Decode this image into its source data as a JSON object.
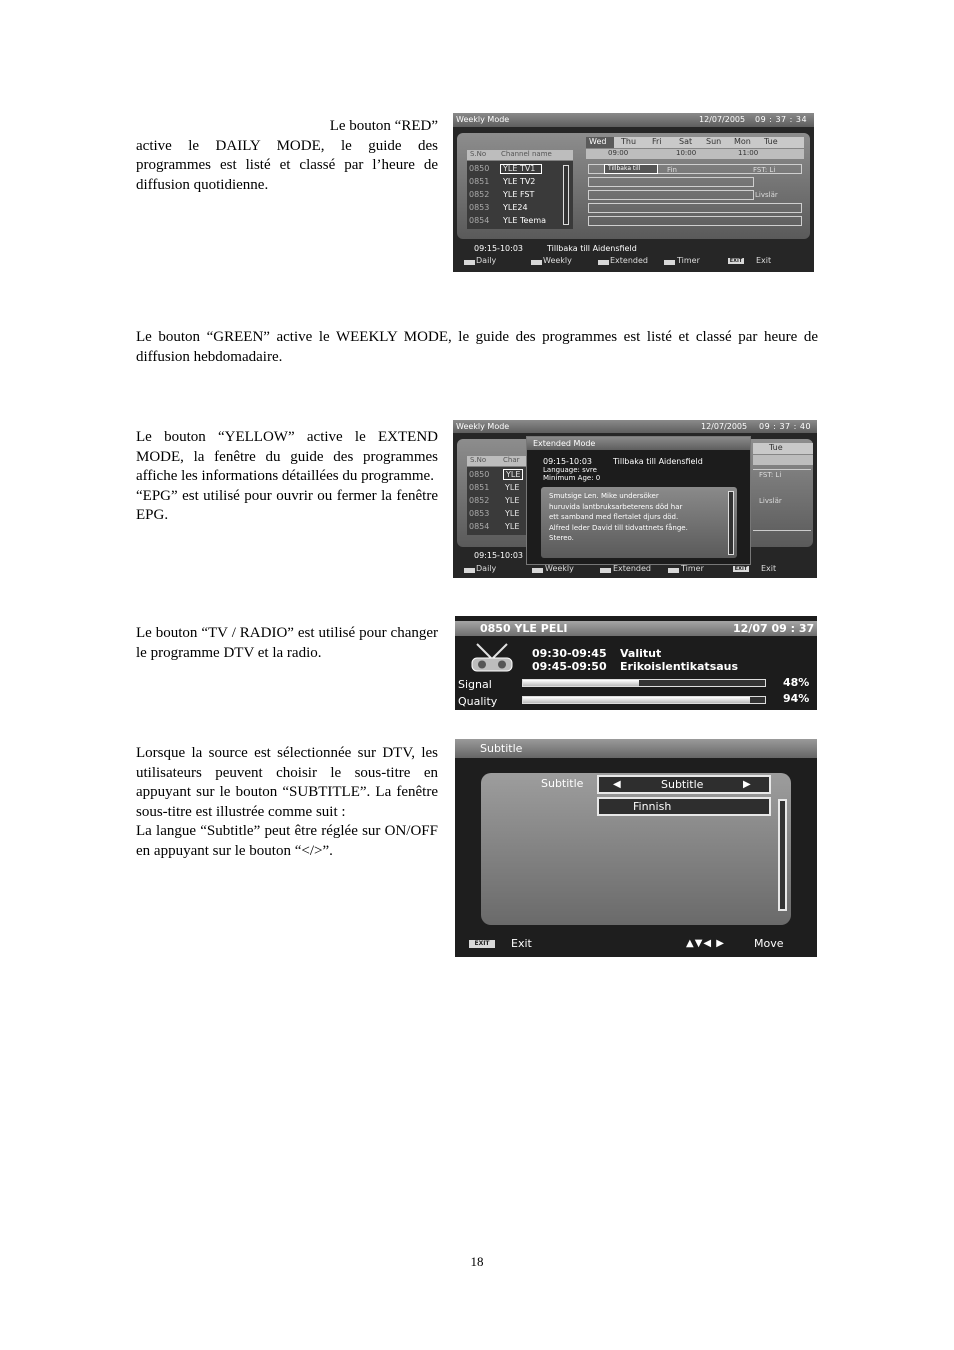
{
  "page_number": "18",
  "paragraphs": {
    "red_line1": "Le bouton “RED”",
    "red_rest": "active le DAILY MODE, le guide des programmes est listé et classé par l’heure de diffusion quotidienne.",
    "green": "Le bouton “GREEN” active le WEEKLY MODE, le guide des programmes est listé et classé par heure de diffusion hebdomadaire.",
    "yellow_1": "Le bouton “YELLOW” active le EXTEND MODE, la fenêtre du guide des programmes affiche les informations détaillées du programme.",
    "yellow_2": "“EPG” est utilisé pour ouvrir ou fermer la fenêtre EPG.",
    "tvradio": "Le bouton “TV / RADIO” est utilisé pour changer le programme DTV et la radio.",
    "subtitle_1": "Lorsque la source est sélectionnée sur DTV, les utilisateurs peuvent choisir le sous-titre en appuyant sur le bouton “SUBTITLE”. La fenêtre sous-titre est illustrée comme suit :",
    "subtitle_2": "La langue “Subtitle” peut être réglée sur ON/OFF en appuyant sur le bouton “</>”."
  },
  "weekly_screen": {
    "title": "Weekly Mode",
    "date": "12/07/2005",
    "time": "09 : 37 : 34",
    "col_sno": "S.No",
    "col_name": "Channel name",
    "days": [
      "Wed",
      "Thu",
      "Fri",
      "Sat",
      "Sun",
      "Mon",
      "Tue"
    ],
    "times": [
      "09:00",
      "10:00",
      "11:00"
    ],
    "channels": [
      {
        "no": "0850",
        "name": "YLE TV1"
      },
      {
        "no": "0851",
        "name": "YLE TV2"
      },
      {
        "no": "0852",
        "name": "YLE FST"
      },
      {
        "no": "0853",
        "name": "YLE24"
      },
      {
        "no": "0854",
        "name": "YLE Teema"
      }
    ],
    "programs": [
      "Tillbaka till",
      "Fin",
      "FST: Li",
      "Livslär"
    ],
    "footer_time": "09:15-10:03",
    "footer_title": "Tillbaka till Aidensfield",
    "legend": [
      "Daily",
      "Weekly",
      "Extended",
      "Timer"
    ],
    "exit_key": "EXIT",
    "exit_label": "Exit"
  },
  "extended_screen": {
    "title": "Weekly Mode",
    "date": "12/07/2005",
    "time": "09 : 37 : 40",
    "popup_title": "Extended Mode",
    "popup_time": "09:15-10:03",
    "popup_prog": "Tillbaka till Aidensfield",
    "language": "Language: svre",
    "min_age": "Minimum Age: 0",
    "description": [
      "Smutsige Len. Mike undersöker",
      "huruvida lantbruksarbeterens död har",
      "ett samband med flertalet djurs död.",
      "Alfred leder David till tidvattnets fånge.",
      "Stereo."
    ],
    "col_sno": "S.No",
    "col_name": "Char",
    "channel_nos": [
      "0850",
      "0851",
      "0852",
      "0853",
      "0854"
    ],
    "channel_abbr": [
      "YLE",
      "YLE",
      "YLE",
      "YLE",
      "YLE"
    ],
    "right_day": "Tue",
    "right_prog1": "FST: Li",
    "right_prog2": "Livslär",
    "footer_time": "09:15-10:03",
    "legend": [
      "Daily",
      "Weekly",
      "Extended",
      "Timer"
    ],
    "exit_key": "EXIT",
    "exit_label": "Exit"
  },
  "info_screen": {
    "channel": "0850 YLE PELI",
    "datetime": "12/07 09 : 37",
    "prog1_time": "09:30-09:45",
    "prog1_name": "Valitut",
    "prog2_time": "09:45-09:50",
    "prog2_name": "Erikoislentikatsaus",
    "signal_label": "Signal",
    "signal_value": "48%",
    "signal_level": 0.48,
    "quality_label": "Quality",
    "quality_value": "94%",
    "quality_level": 0.94
  },
  "subtitle_screen": {
    "title": "Subtitle",
    "field_label": "Subtitle",
    "selector_value": "Subtitle",
    "option": "Finnish",
    "exit_key": "EXIT",
    "exit_label": "Exit",
    "move_label": "Move"
  }
}
